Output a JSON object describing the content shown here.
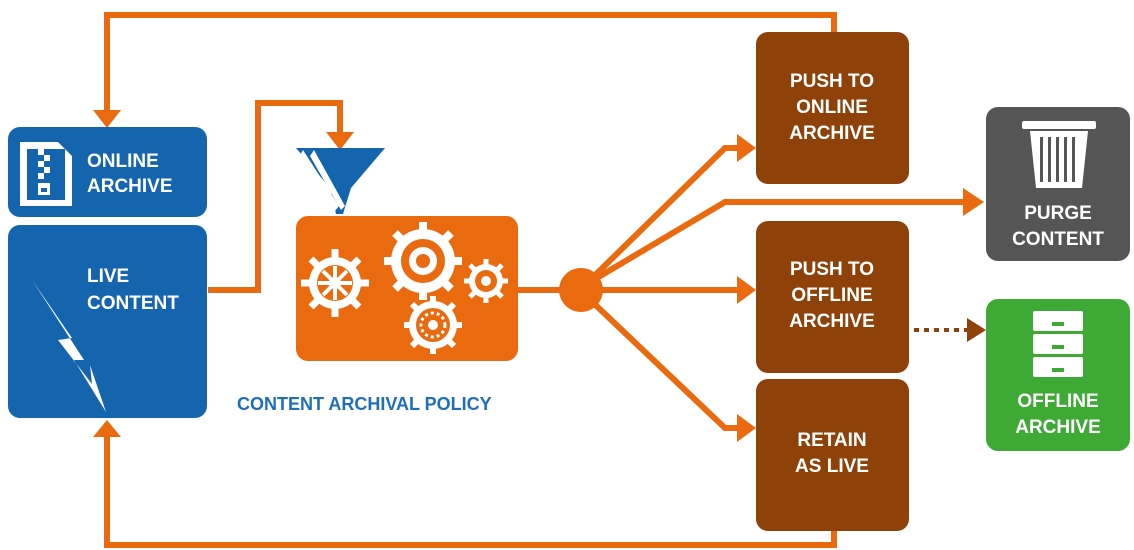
{
  "colors": {
    "blue": "#1465ad",
    "orange": "#ea6a0f",
    "brown": "#8e4209",
    "gray": "#555555",
    "green": "#3ea935"
  },
  "nodes": {
    "online_archive": {
      "line1": "ONLINE",
      "line2": "ARCHIVE",
      "icon": "zip-archive-icon"
    },
    "live_content": {
      "line1": "LIVE",
      "line2": "CONTENT",
      "icon": "lightning-bolt-icon"
    },
    "policy": {
      "label": "CONTENT ARCHIVAL POLICY",
      "icon": "gears-funnel-icon"
    },
    "push_online": {
      "line1": "PUSH TO",
      "line2": "ONLINE",
      "line3": "ARCHIVE"
    },
    "push_offline": {
      "line1": "PUSH TO",
      "line2": "OFFLINE",
      "line3": "ARCHIVE"
    },
    "retain_live": {
      "line1": "RETAIN",
      "line2": "AS LIVE"
    },
    "purge_content": {
      "line1": "PURGE",
      "line2": "CONTENT",
      "icon": "trash-bin-icon"
    },
    "offline_archive": {
      "line1": "OFFLINE",
      "line2": "ARCHIVE",
      "icon": "filing-cabinet-icon"
    }
  }
}
